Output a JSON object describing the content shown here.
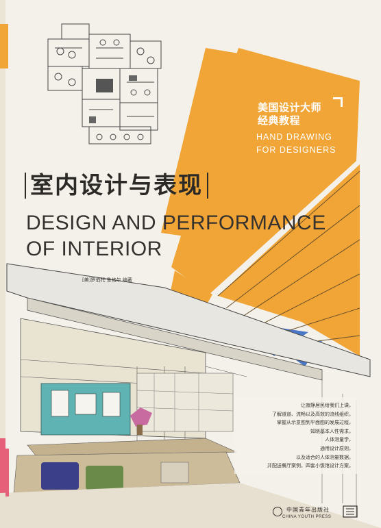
{
  "series": {
    "cn_line1": "美国设计大师",
    "cn_line2": "经典教程",
    "en_line1": "HAND DRAWING",
    "en_line2": "FOR DESIGNERS"
  },
  "title": {
    "cn": "室内设计与表现",
    "en_line1": "DESIGN AND PERFORMANCE",
    "en_line2": "OF INTERIOR"
  },
  "author": "[美]罗伯托·鲁格尔 编著",
  "description": [
    "让寂静居民给我们上课，",
    "了解道道、流畅以及高效的流线组织，",
    "掌握从示意图到平面图的发展过程，",
    "知晓基本人性需求，",
    "人体测量学，",
    "通用设计原则，",
    "以及适合的人体测量数据，",
    "并配送餐厅案例，四套小饭馆设计方案。"
  ],
  "publisher": {
    "cn": "中国青年出版社",
    "en": "CHINA YOUTH PRESS"
  },
  "colors": {
    "accent_orange": "#f0a536",
    "accent_blue": "#4a78c6",
    "wall_teal": "#5fb3b3",
    "background": "#f4f1ea"
  }
}
